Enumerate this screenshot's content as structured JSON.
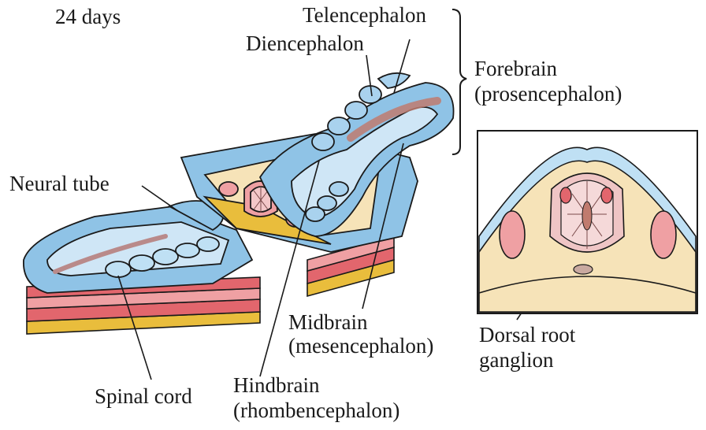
{
  "age": "24 days",
  "labels": {
    "telencephalon": "Telencephalon",
    "diencephalon": "Diencephalon",
    "forebrain": "Forebrain",
    "forebrain_alt": "(prosencephalon)",
    "neural_tube": "Neural tube",
    "midbrain": "Midbrain",
    "midbrain_alt": "(mesencephalon)",
    "hindbrain": "Hindbrain",
    "hindbrain_alt": "(rhombencephalon)",
    "spinal_cord": "Spinal cord",
    "drg_line1": "Dorsal root",
    "drg_line2": "ganglion"
  },
  "colors": {
    "tube_blue": "#8fc3e6",
    "tube_light": "#cfe6f6",
    "mesoderm_red": "#e2666d",
    "mesoderm_pink": "#efa0a3",
    "yolk_yellow": "#e9bd3c",
    "tissue_cream": "#f6e3b8",
    "outline": "#1a1a1a"
  }
}
